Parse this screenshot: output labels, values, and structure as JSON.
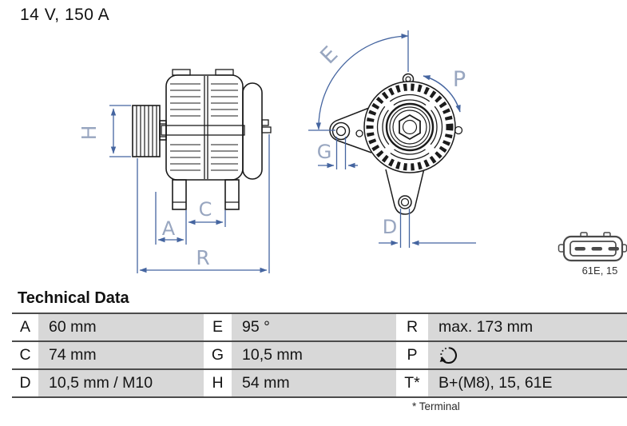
{
  "title": "14 V, 150 A",
  "diagram": {
    "side_view_labels": {
      "H": "H",
      "A": "A",
      "C": "C",
      "R": "R"
    },
    "front_view_labels": {
      "E": "E",
      "P": "P",
      "G": "G",
      "D": "D"
    },
    "connector": {
      "label": "61E, 15"
    }
  },
  "technical_data": {
    "heading": "Technical Data",
    "rows": [
      {
        "cells": [
          {
            "key": "A",
            "value": "60 mm"
          },
          {
            "key": "E",
            "value": "95 °"
          },
          {
            "key": "R",
            "value": "max. 173 mm"
          }
        ]
      },
      {
        "cells": [
          {
            "key": "C",
            "value": "74 mm"
          },
          {
            "key": "G",
            "value": "10,5 mm"
          },
          {
            "key": "P",
            "value": "",
            "value_icon": "rotation-ccw-arrow-icon"
          }
        ]
      },
      {
        "cells": [
          {
            "key": "D",
            "value": "10,5 mm / M10"
          },
          {
            "key": "H",
            "value": "54 mm"
          },
          {
            "key": "T*",
            "value": "B+(M8), 15, 61E"
          }
        ]
      }
    ],
    "footnote": "* Terminal"
  },
  "colors": {
    "dimension_line": "#4565a0",
    "dimension_label": "#98a6c0",
    "drawing_line": "#1b1b1b",
    "table_cell_bg": "#d8d8d8",
    "table_border": "#4c4c4c",
    "connector_line": "#4a4a4a"
  }
}
